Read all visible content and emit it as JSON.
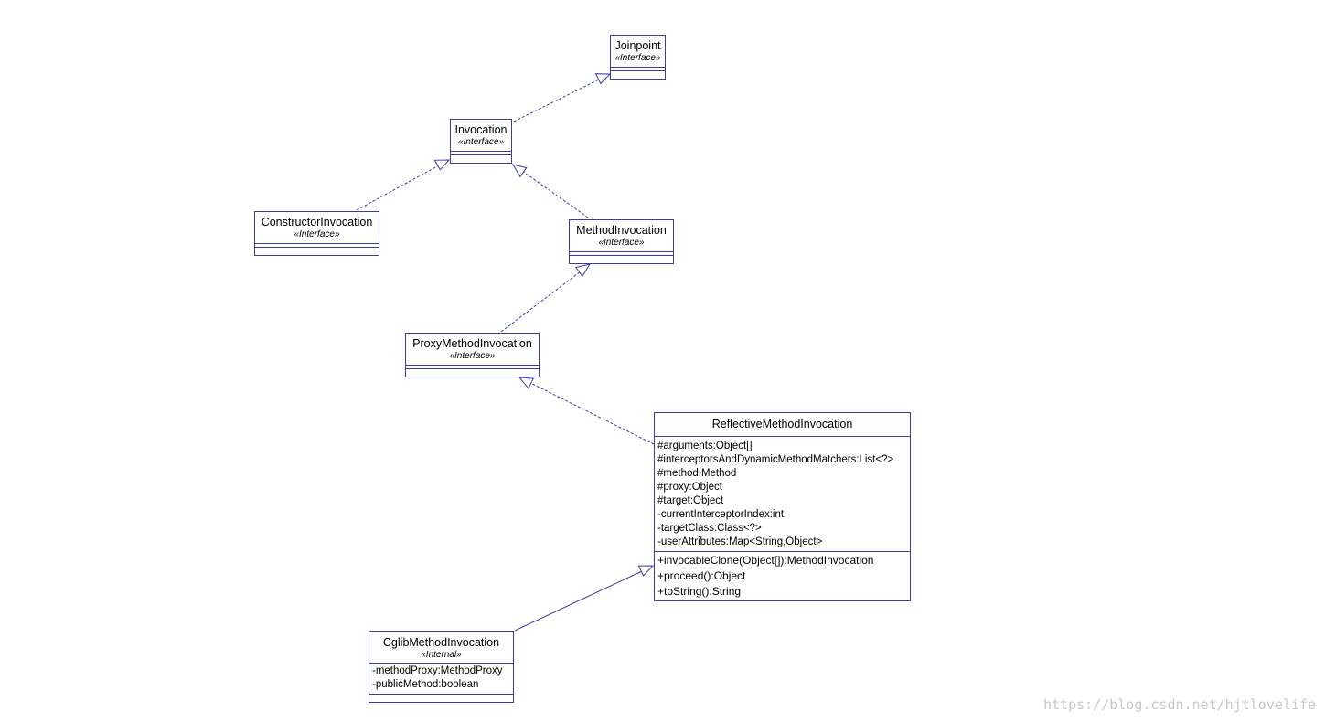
{
  "classes": {
    "joinpoint": {
      "name": "Joinpoint",
      "stereotype": "«Interface»"
    },
    "invocation": {
      "name": "Invocation",
      "stereotype": "«Interface»"
    },
    "constructor_invocation": {
      "name": "ConstructorInvocation",
      "stereotype": "«Interface»"
    },
    "method_invocation": {
      "name": "MethodInvocation",
      "stereotype": "«Interface»"
    },
    "proxy_method_invocation": {
      "name": "ProxyMethodInvocation",
      "stereotype": "«Interface»"
    },
    "reflective_method_invocation": {
      "name": "ReflectiveMethodInvocation",
      "attributes": [
        "#arguments:Object[]",
        "#interceptorsAndDynamicMethodMatchers:List<?>",
        "#method:Method",
        "#proxy:Object",
        "#target:Object",
        "-currentInterceptorIndex:int",
        "-targetClass:Class<?>",
        "-userAttributes:Map<String,Object>"
      ],
      "operations": [
        "+invocableClone(Object[]):MethodInvocation",
        "+proceed():Object",
        "+toString():String"
      ]
    },
    "cglib_method_invocation": {
      "name": "CglibMethodInvocation",
      "stereotype": "«Internal»",
      "attributes": [
        "-methodProxy:MethodProxy",
        "-publicMethod:boolean"
      ]
    }
  },
  "relations": [
    {
      "from": "Invocation",
      "to": "Joinpoint",
      "kind": "realization"
    },
    {
      "from": "ConstructorInvocation",
      "to": "Invocation",
      "kind": "realization"
    },
    {
      "from": "MethodInvocation",
      "to": "Invocation",
      "kind": "realization"
    },
    {
      "from": "ProxyMethodInvocation",
      "to": "MethodInvocation",
      "kind": "realization"
    },
    {
      "from": "ReflectiveMethodInvocation",
      "to": "ProxyMethodInvocation",
      "kind": "realization"
    },
    {
      "from": "CglibMethodInvocation",
      "to": "ReflectiveMethodInvocation",
      "kind": "generalization"
    }
  ],
  "colors": {
    "line": "#3c3ca8",
    "background": "#ffffff"
  },
  "watermark": "https://blog.csdn.net/hjtlovelife"
}
